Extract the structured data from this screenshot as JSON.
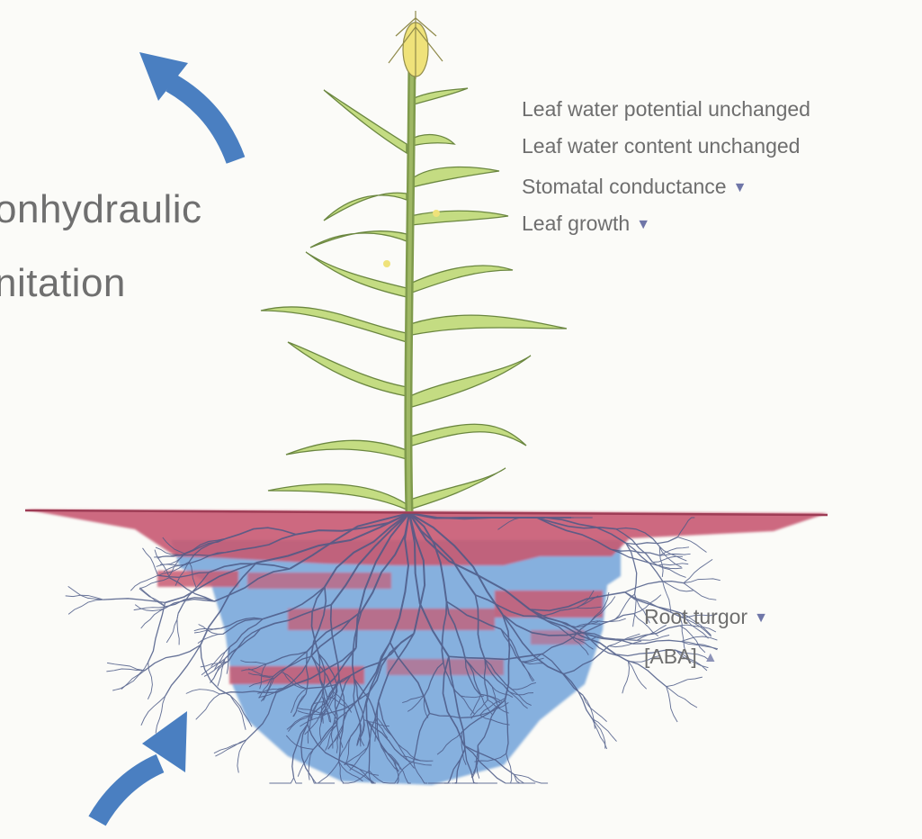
{
  "side_label": {
    "line1": "onhydraulic",
    "line2": "nitation"
  },
  "shoot_effects": [
    {
      "text": "Leaf water potential unchanged",
      "trend": "none"
    },
    {
      "text": "Leaf water content unchanged",
      "trend": "none"
    },
    {
      "text": "Stomatal conductance",
      "trend": "down"
    },
    {
      "text": "Leaf growth",
      "trend": "down"
    }
  ],
  "root_effects": [
    {
      "text": "Root turgor",
      "trend": "down"
    },
    {
      "text": "[ABA]",
      "trend": "up"
    }
  ],
  "colors": {
    "arrow": "#4a7fc1",
    "dry_soil": "#c85a72",
    "wet_soil": "#6b9fd8",
    "leaf_fill": "#c4dc82",
    "stem": "#7f9a4c",
    "root": "#4c5a86",
    "tassel": "#efe27a",
    "label": "#6e6e6e",
    "trend_marker": "#6f76a8"
  },
  "icons": {
    "down": "triangle-down-icon",
    "up": "triangle-up-icon",
    "arrows": "curved-arrow-icon"
  }
}
